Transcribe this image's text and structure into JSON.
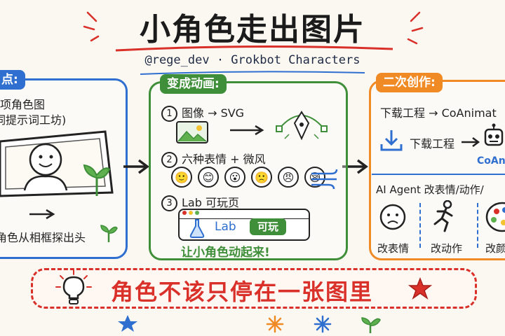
{
  "header": {
    "title": "小角色走出图片",
    "subtitle": "@rege_dev · Grokbot Characters"
  },
  "left_panel": {
    "label": "点:",
    "line1": "项角色图",
    "line2": "词提示词工坊)",
    "caption": "角色从相框探出头"
  },
  "middle_panel": {
    "label": "变成动画:",
    "step1": "图像 → SVG",
    "step1_num": "1",
    "step2": "六种表情 + 微风",
    "step2_num": "2",
    "step3": "Lab 可玩页",
    "step3_num": "3",
    "lab_chip": "Lab",
    "play_button": "可玩",
    "footer": "让小角色动起来!"
  },
  "right_panel": {
    "label": "二次创作:",
    "line1": "下载工程 → CoAnimat",
    "download": "下载工程",
    "coani": "CoAni",
    "agent_line": "AI Agent 改表情/动作/",
    "col1": "改表情",
    "col2": "改动作",
    "col3": "改颜"
  },
  "banner": {
    "text": "角色不该只停在一张图里"
  },
  "colors": {
    "blue": "#2f6fd0",
    "green": "#3f8f3a",
    "orange": "#f08a24",
    "red": "#d9302a"
  }
}
